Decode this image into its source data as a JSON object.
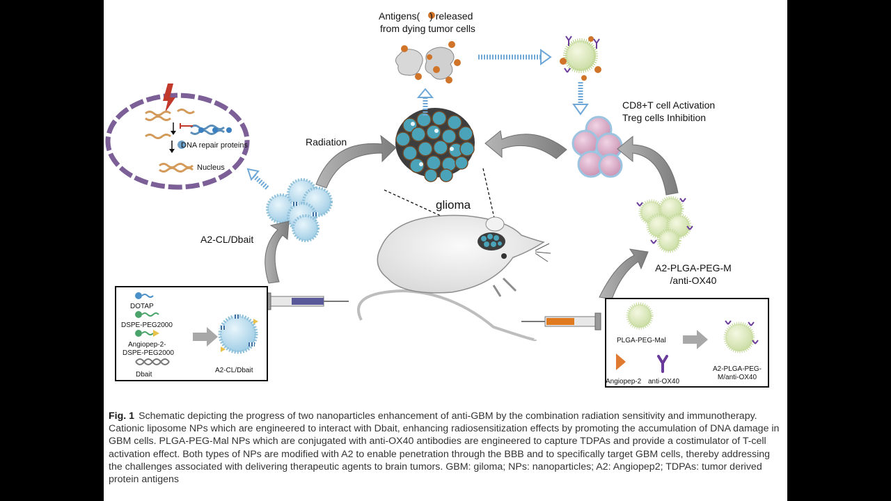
{
  "labels": {
    "antigens_line1_a": "Antigens(",
    "antigens_line1_b": ") released",
    "antigens_line2": "from dying tumor cells",
    "cd8_activation": "CD8+T cell Activation",
    "treg_inhibition": "Treg cells Inhibition",
    "radiation": "Radiation",
    "dna_repair": "DNA repair proteins",
    "nucleus": "Nucleus",
    "glioma": "glioma",
    "a2_cl_dbait_main": "A2-CL/Dbait",
    "a2_plga_line1": "A2-PLGA-PEG-M",
    "a2_plga_line2": "/anti-OX40"
  },
  "left_box": {
    "dotap": "DOTAP",
    "dspe": "DSPE-PEG2000",
    "angiopep_line1": "Angiopep-2-",
    "angiopep_line2": "DSPE-PEG2000",
    "dbait": "Dbait",
    "product": "A2-CL/Dbait"
  },
  "right_box": {
    "plga": "PLGA-PEG-Mal",
    "angiopep": "Angiopep-2",
    "anti_ox40": "anti-OX40",
    "product_line1": "A2-PLGA-PEG-",
    "product_line2": "M/anti-OX40"
  },
  "caption": {
    "fig_label": "Fig. 1",
    "text": "Schematic depicting the progress of two nanoparticles enhancement of anti-GBM by the combination radiation sensitivity and immunotherapy. Cationic liposome NPs which are engineered to interact with Dbait, enhancing radiosensitization effects by promoting the accumulation of DNA damage in GBM cells. PLGA-PEG-Mal NPs which are conjugated with anti-OX40 antibodies are engineered to capture TDPAs and provide a costimulator of T-cell activation effect. Both types of NPs are modified with A2 to enable penetration through the BBB and to specifically target GBM cells, thereby addressing the challenges associated with delivering therapeutic agents to brain tumors. GBM: giloma; NPs: nanoparticles; A2: Angiopep2; TDPAs: tumor derived protein antigens"
  },
  "colors": {
    "nucleus_ring": "#7b5f96",
    "liposome": "#bfe0f0",
    "tumor_cell": "#4aa3b8",
    "tcell": "#d9a8c4",
    "plga_np": "#dfeac2",
    "antigen_dot": "#d0742a",
    "arrow_gray": "#8a8a8a",
    "arrow_blue": "#6fa8d6",
    "radiation_bolt": "#c0392b",
    "antibody": "#6a3a9a"
  }
}
